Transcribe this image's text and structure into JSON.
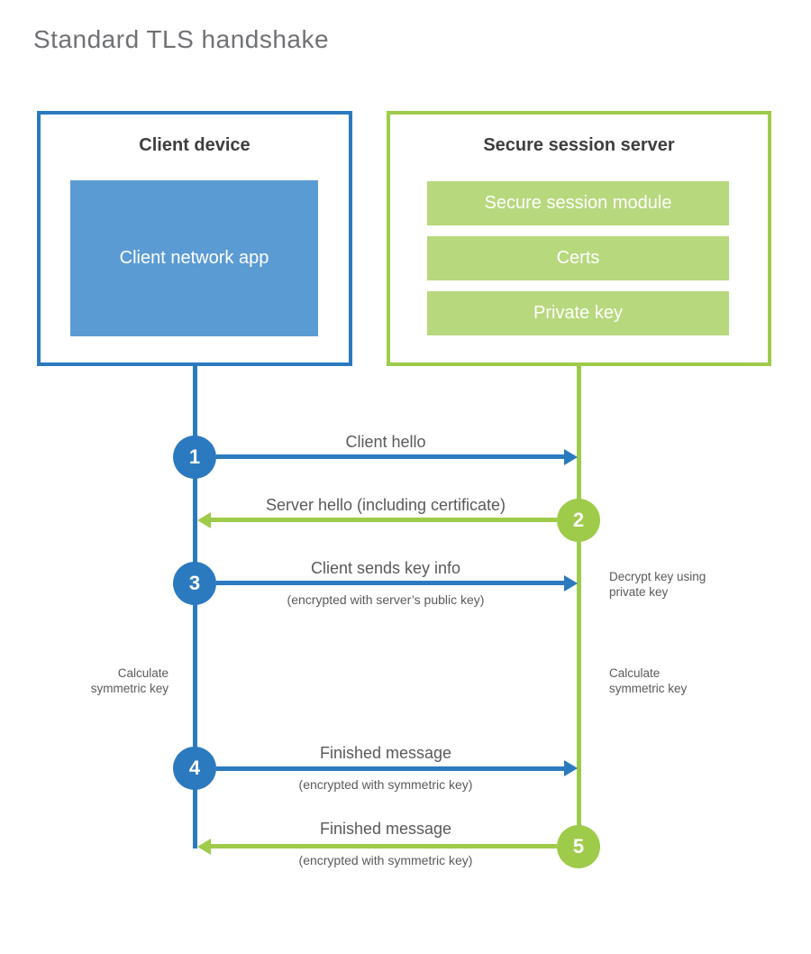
{
  "title": "Standard TLS handshake",
  "colors": {
    "blue": "#2b7abf",
    "blue-fill": "#5b9bd3",
    "green": "#9ecb4a",
    "green-fill": "#b7d87d",
    "heading": "#3d3e40",
    "text": "#58595b",
    "title": "#6f7174"
  },
  "client": {
    "heading": "Client device",
    "module": "Client network app"
  },
  "server": {
    "heading": "Secure session server",
    "modules": [
      "Secure session module",
      "Certs",
      "Private key"
    ]
  },
  "steps": [
    {
      "num": "1",
      "label": "Client hello",
      "sub": "",
      "direction": "right"
    },
    {
      "num": "2",
      "label": "Server hello (including certificate)",
      "sub": "",
      "direction": "left"
    },
    {
      "num": "3",
      "label": "Client sends key info",
      "sub": "(encrypted with server’s public key)",
      "direction": "right"
    },
    {
      "num": "4",
      "label": "Finished message",
      "sub": "(encrypted with symmetric key)",
      "direction": "right"
    },
    {
      "num": "5",
      "label": "Finished message",
      "sub": "(encrypted with symmetric key)",
      "direction": "left"
    }
  ],
  "notes": {
    "decrypt": "Decrypt key using\nprivate key",
    "calc_left": "Calculate\nsymmetric key",
    "calc_right": "Calculate\nsymmetric key"
  }
}
